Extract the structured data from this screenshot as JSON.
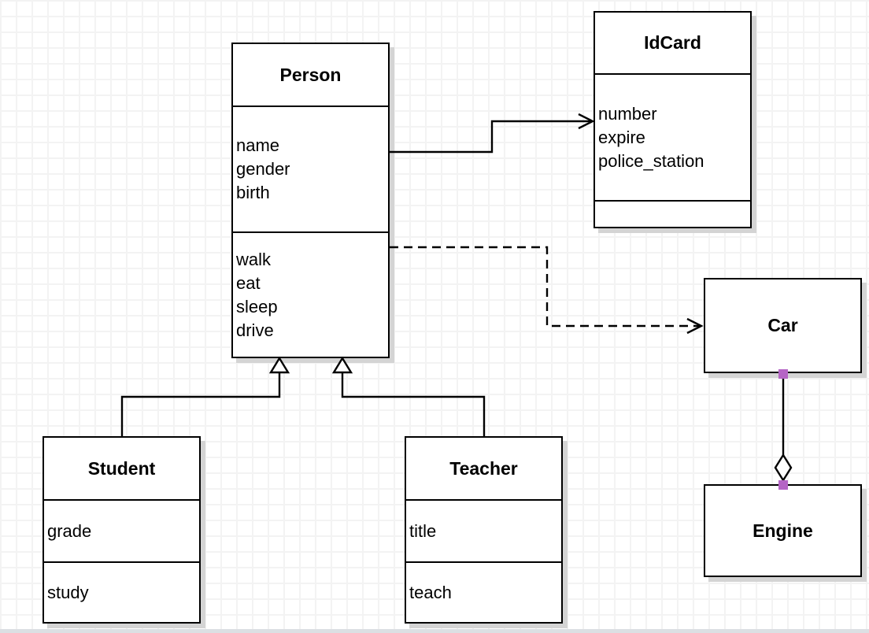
{
  "diagram": {
    "type": "uml-class-diagram",
    "classes": [
      {
        "name": "Person",
        "attributes": [
          "name",
          "gender",
          "birth"
        ],
        "methods": [
          "walk",
          "eat",
          "sleep",
          "drive"
        ]
      },
      {
        "name": "IdCard",
        "attributes": [
          "number",
          "expire",
          "police_station"
        ],
        "methods": []
      },
      {
        "name": "Car",
        "attributes": [],
        "methods": []
      },
      {
        "name": "Engine",
        "attributes": [],
        "methods": []
      },
      {
        "name": "Student",
        "attributes": [
          "grade"
        ],
        "methods": [
          "study"
        ]
      },
      {
        "name": "Teacher",
        "attributes": [
          "title"
        ],
        "methods": [
          "teach"
        ]
      }
    ],
    "relationships": [
      {
        "from": "Person",
        "to": "IdCard",
        "type": "association",
        "line": "solid",
        "arrow": "open-arrow"
      },
      {
        "from": "Person",
        "to": "Car",
        "type": "dependency",
        "line": "dashed",
        "arrow": "open-arrow"
      },
      {
        "from": "Student",
        "to": "Person",
        "type": "generalization",
        "line": "solid",
        "arrow": "hollow-triangle"
      },
      {
        "from": "Teacher",
        "to": "Person",
        "type": "generalization",
        "line": "solid",
        "arrow": "hollow-triangle"
      },
      {
        "from": "Car",
        "to": "Engine",
        "type": "aggregation",
        "line": "solid",
        "arrow": "hollow-diamond"
      }
    ],
    "colors": {
      "shape_fill": "#ffffff",
      "line": "#000000",
      "shadow": "#d4d4d4",
      "endpoint_marker": "#b565c5",
      "grid_line": "#f3f3f3",
      "canvas_edge": "#dcdfe3"
    }
  }
}
